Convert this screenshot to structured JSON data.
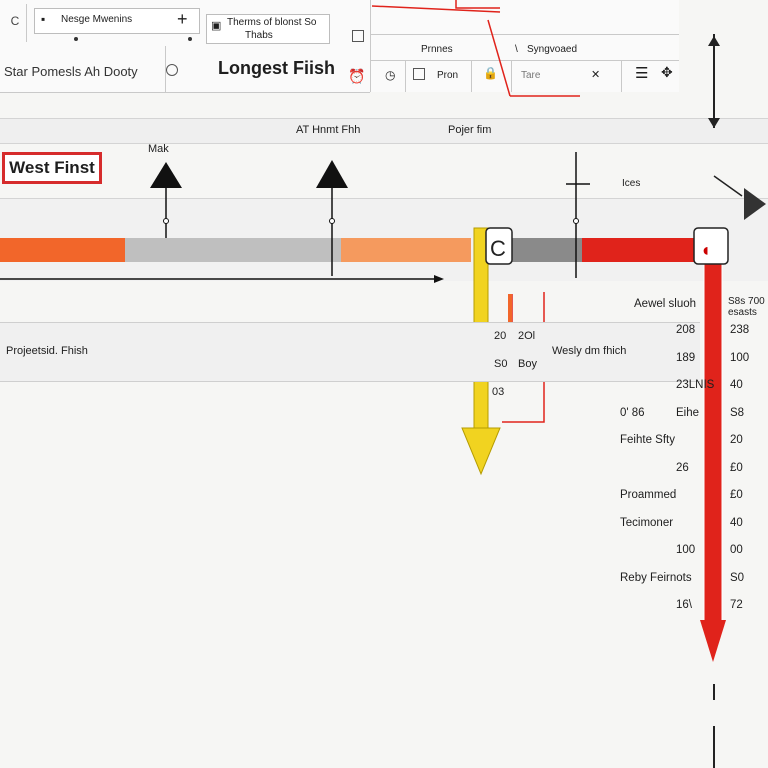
{
  "toolbar": {
    "back_icon_label": "C",
    "tab1_title": "Nesge Mwenins",
    "tab1_add": "+",
    "tab2_title": "Therms of blonst So",
    "tab2_sub": "Thabs",
    "left_caption": "Star Pomesls  Ah Dooty",
    "title": "Longest Fiish",
    "pane_a_label": "Prnnes",
    "pane_b_label": "Syngvoaed",
    "pane_a_sub": "Pron",
    "pane_b_sub": "Tare"
  },
  "header": {
    "column_1": "AT Hnmt Fhh",
    "column_2": "Pojer fim",
    "marker_label": "Mak",
    "small_label": "Ices"
  },
  "badge": {
    "text": "West Finst"
  },
  "rows": {
    "row_label": "Projeetsid. Fhish",
    "mid_label": "Wesly dm fhich",
    "num_top": "20",
    "num_top_suffix": "2Ol",
    "num_mid": "S0",
    "num_mid_suffix": "Boy",
    "num_low": "03"
  },
  "right_list": {
    "header_left": "Aewel sluoh",
    "header_right": "S8s 700\nesasts",
    "items": [
      {
        "label": "",
        "a": "208",
        "b": "238"
      },
      {
        "label": "",
        "a": "189",
        "b": "100"
      },
      {
        "label": "",
        "a": "23LNIS",
        "b": "40"
      },
      {
        "label": "0' 86",
        "a": "Eihe",
        "b": "S8"
      },
      {
        "label": "Feihte Sfty",
        "a": "",
        "b": "20"
      },
      {
        "label": "",
        "a": "26",
        "b": "£0"
      },
      {
        "label": "Proammed",
        "a": "",
        "b": "£0"
      },
      {
        "label": "Tecimoner",
        "a": "",
        "b": "40"
      },
      {
        "label": "",
        "a": "100",
        "b": "00"
      },
      {
        "label": "Reby Feirnots",
        "a": "",
        "b": "S0"
      },
      {
        "label": "",
        "a": "16\\",
        "b": "72"
      }
    ]
  },
  "colors": {
    "accent_red": "#e0231b",
    "accent_orange": "#f2662a",
    "accent_light_orange": "#f59a5e",
    "accent_yellow": "#f1d320",
    "track_gray": "#bfbfbf",
    "track_dark": "#8a8a8a"
  },
  "icons": [
    "back-icon",
    "plus-icon",
    "pin-icon",
    "clock-icon",
    "square-icon",
    "lock-icon",
    "close-icon",
    "menu-icon",
    "move-icon",
    "alarm-icon"
  ]
}
